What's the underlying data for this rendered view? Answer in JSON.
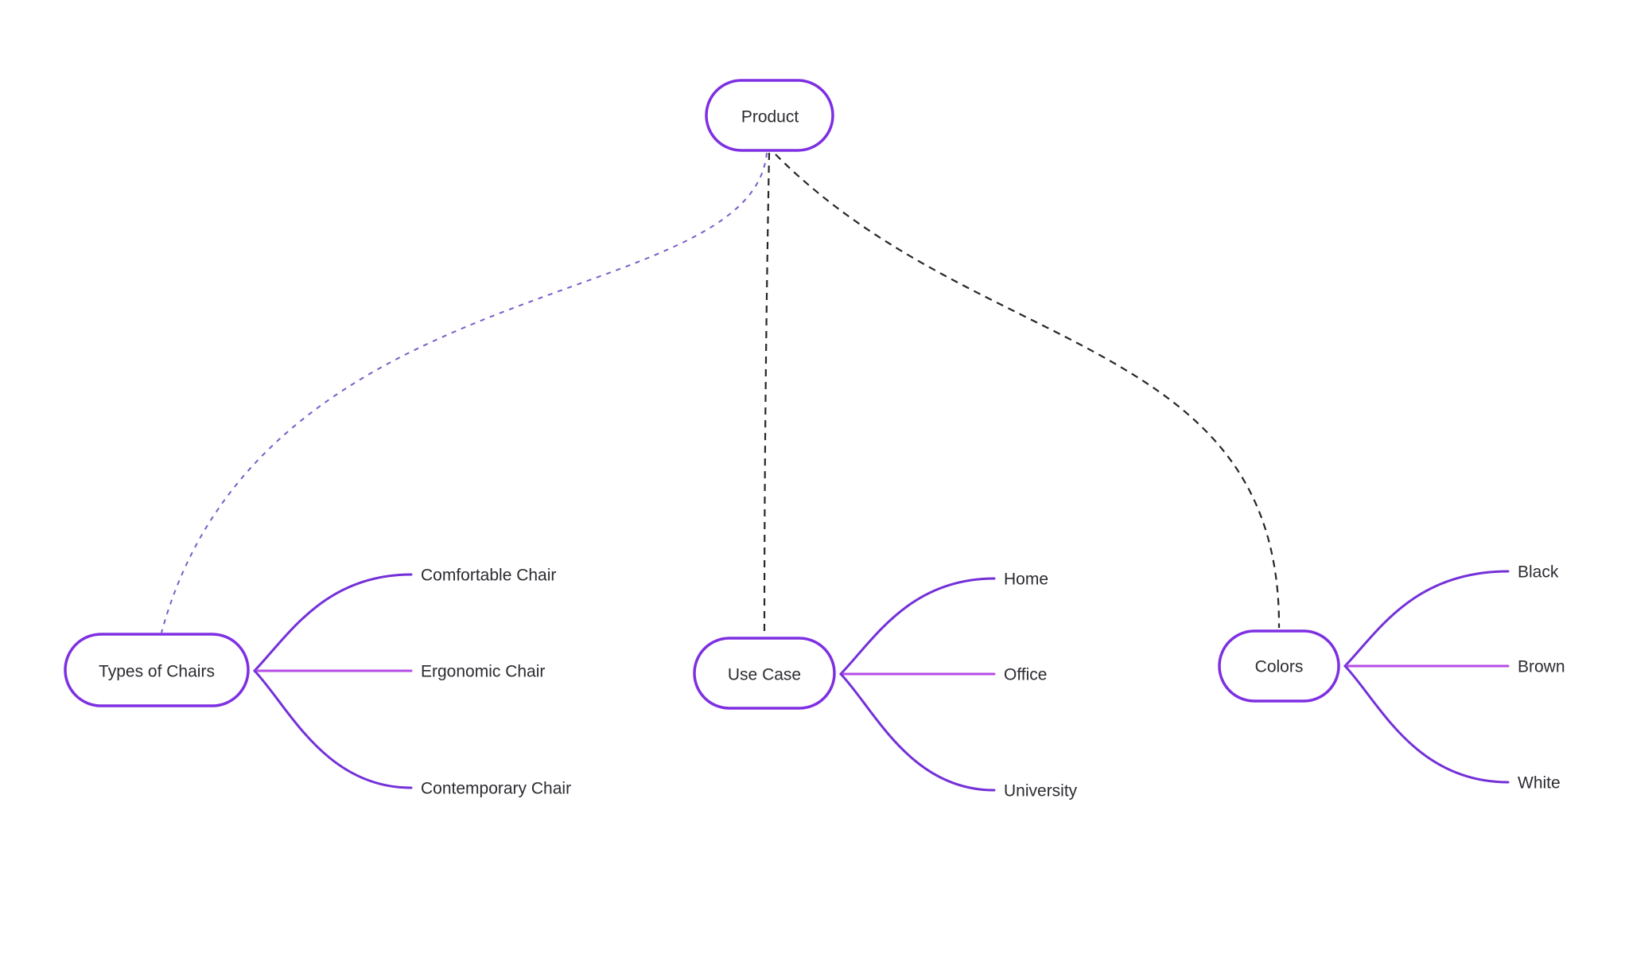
{
  "colors": {
    "node_border": "#7e2fe2",
    "branch_line": "#7430d8",
    "branch_line_middle": "#b44ce6",
    "connector_dashed_dark": "#26262b",
    "connector_dashed_purple": "#7a5cc8",
    "label_text": "#2b2b31",
    "node_fill": "#ffffff",
    "canvas_background": "#ffffff"
  },
  "mindmap": {
    "root": {
      "label": "Product"
    },
    "branches": [
      {
        "label": "Types of Chairs",
        "children": [
          {
            "label": "Comfortable Chair"
          },
          {
            "label": "Ergonomic Chair"
          },
          {
            "label": "Contemporary Chair"
          }
        ]
      },
      {
        "label": "Use Case",
        "children": [
          {
            "label": "Home"
          },
          {
            "label": "Office"
          },
          {
            "label": "University"
          }
        ]
      },
      {
        "label": "Colors",
        "children": [
          {
            "label": "Black"
          },
          {
            "label": "Brown"
          },
          {
            "label": "White"
          }
        ]
      }
    ]
  }
}
